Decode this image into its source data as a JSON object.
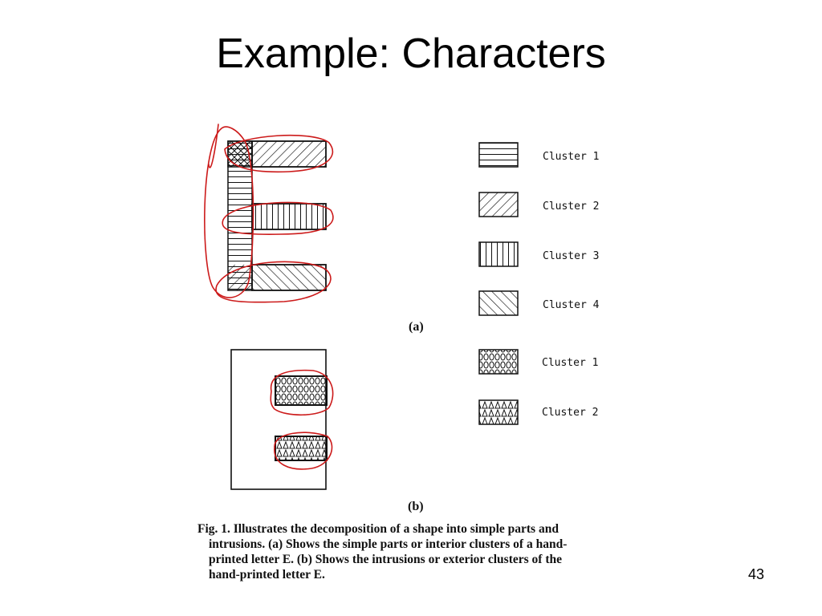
{
  "slide": {
    "title": "Example: Characters",
    "page_number": "43"
  },
  "figure": {
    "part_a": {
      "label": "(a)",
      "legend": [
        {
          "pattern": "horizontal-lines",
          "label": "Cluster 1"
        },
        {
          "pattern": "diagonal-lines-right",
          "label": "Cluster 2"
        },
        {
          "pattern": "vertical-lines",
          "label": "Cluster 3"
        },
        {
          "pattern": "diagonal-lines-left",
          "label": "Cluster 4"
        }
      ]
    },
    "part_b": {
      "label": "(b)",
      "legend": [
        {
          "pattern": "circles",
          "label": "Cluster 1"
        },
        {
          "pattern": "triangles",
          "label": "Cluster 2"
        }
      ]
    },
    "caption_lines": [
      "Fig. 1. Illustrates the decomposition of a shape into simple parts and",
      "intrusions. (a) Shows the simple parts or interior clusters of a hand-",
      "printed letter E. (b) Shows the intrusions or exterior clusters of the",
      "hand-printed letter E."
    ]
  },
  "colors": {
    "annotation": "#cc1a1a",
    "ink": "#111111"
  }
}
